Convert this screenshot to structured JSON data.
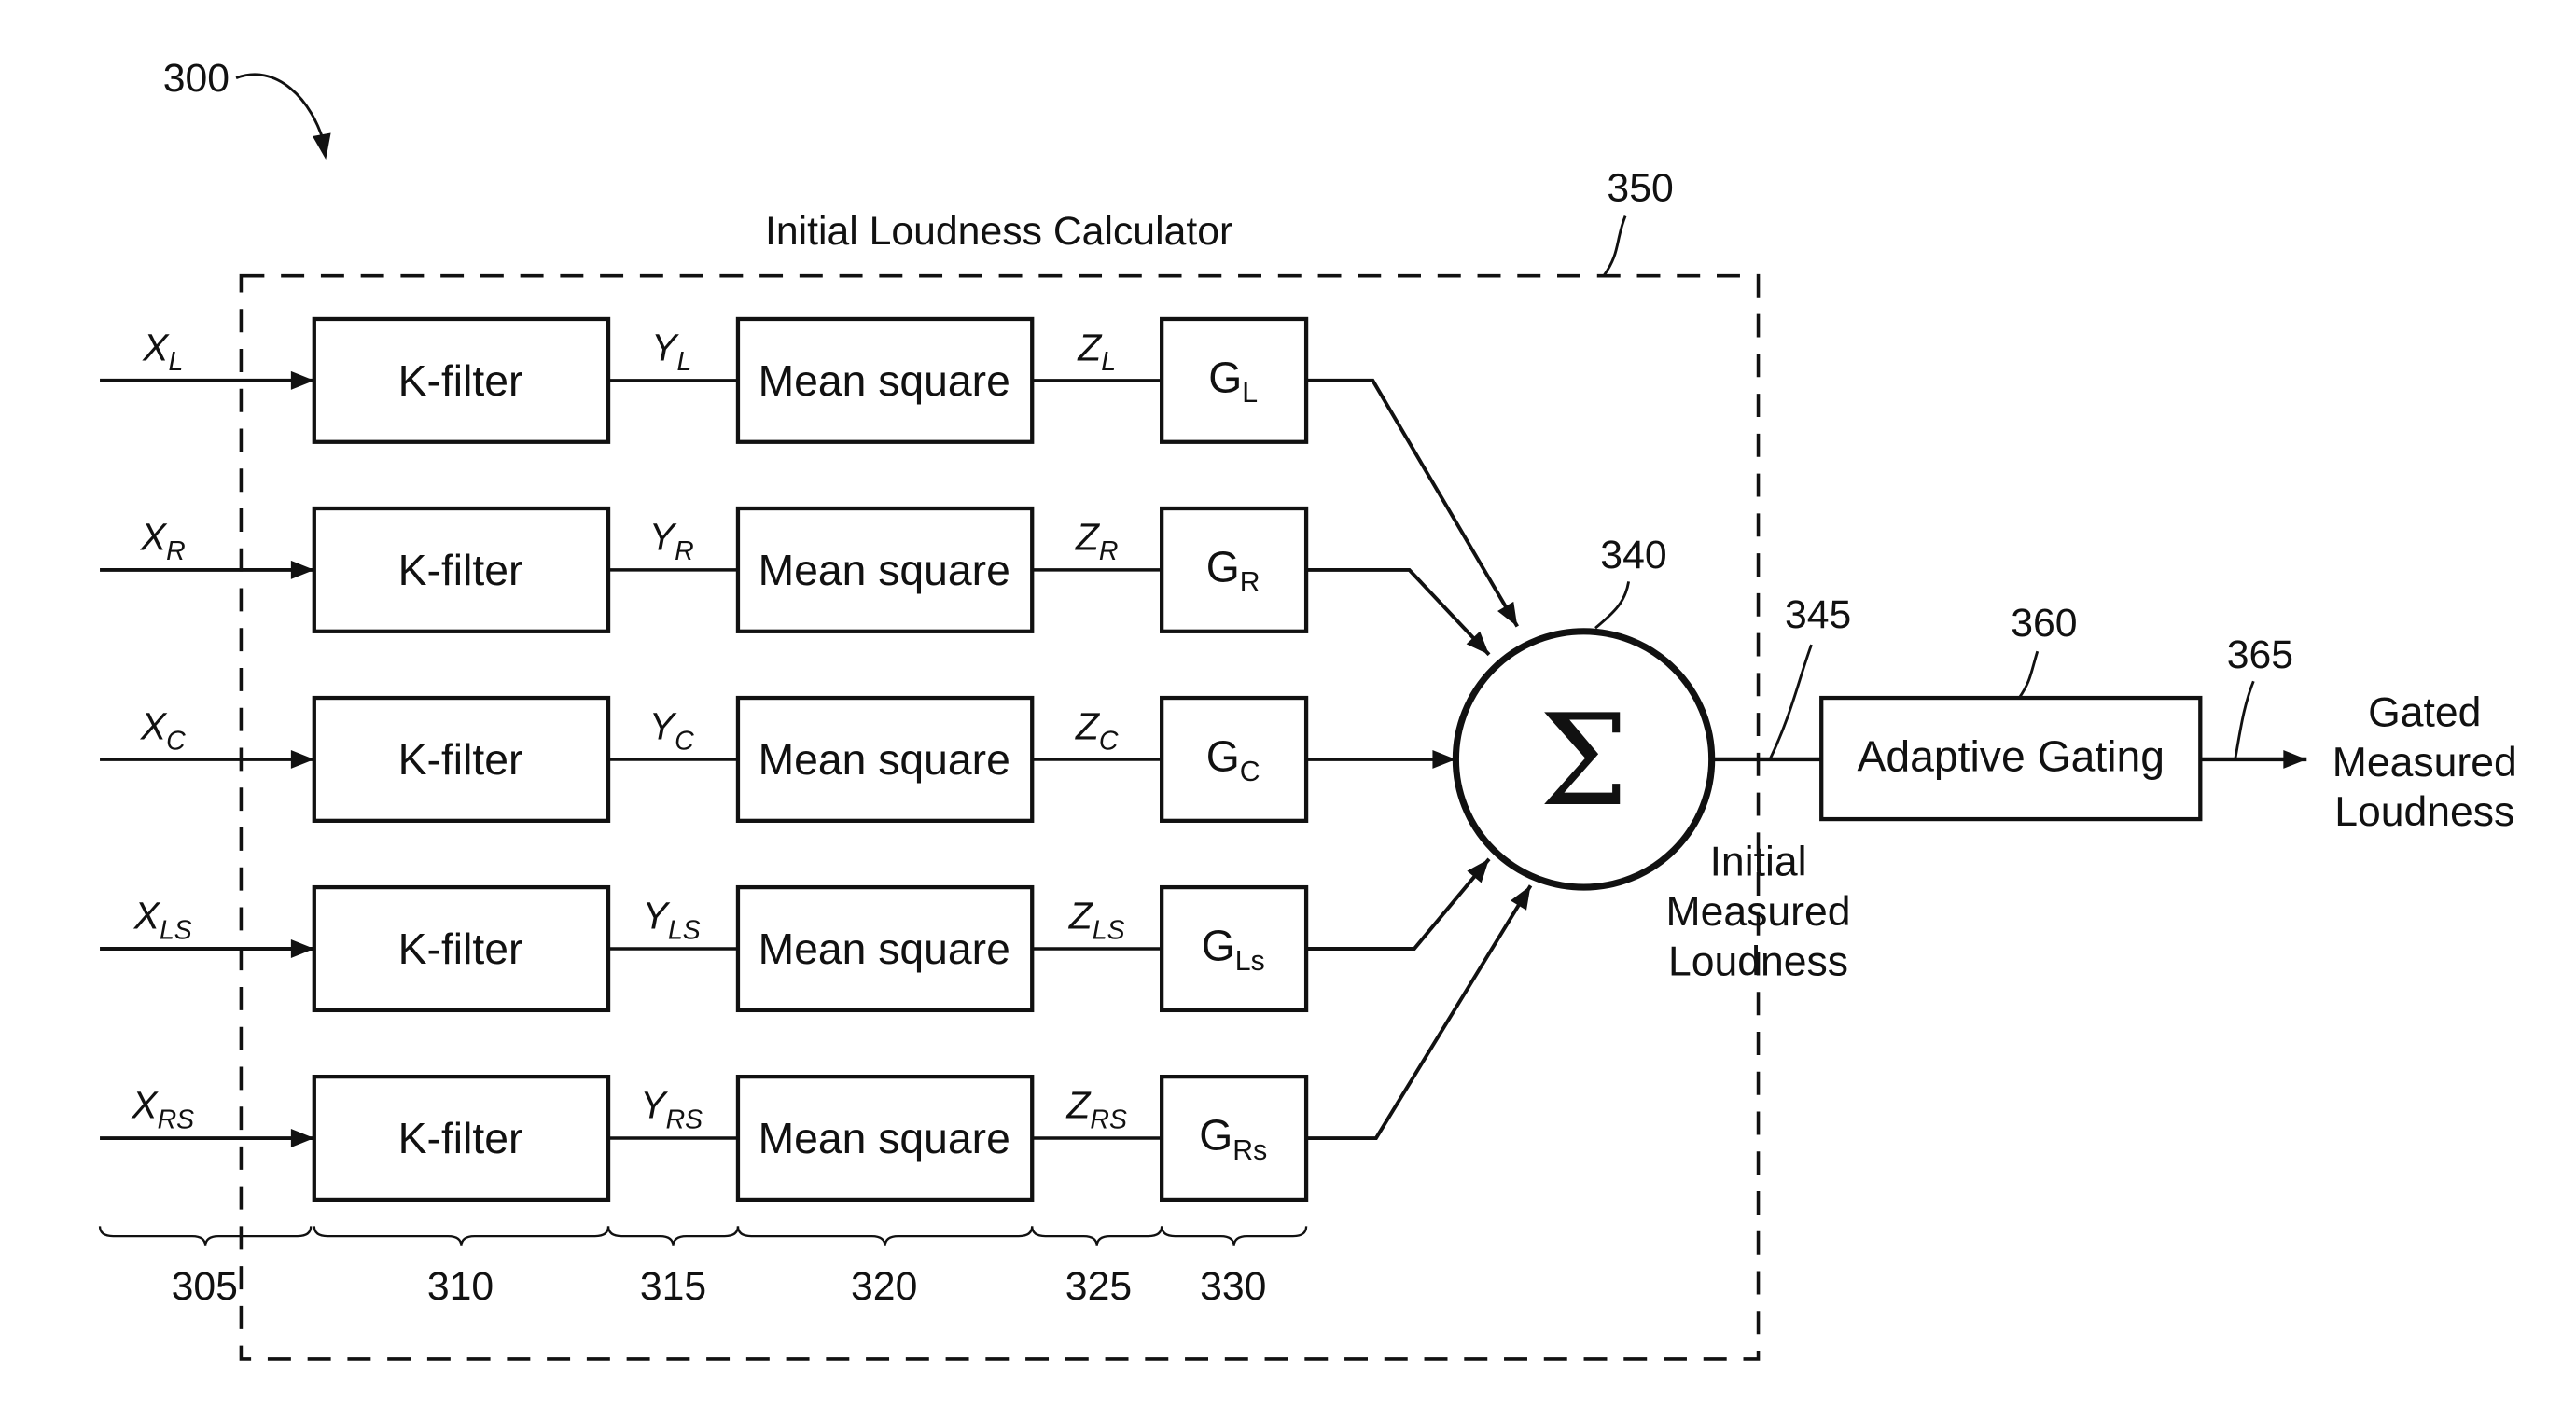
{
  "figure": {
    "ref": "300",
    "calculator_title": "Initial Loudness Calculator",
    "calculator_ref": "350",
    "sum_ref": "340",
    "sum_symbol": "Σ",
    "initial_output_ref": "345",
    "initial_output_label": [
      "Initial",
      "Measured",
      "Loudness"
    ],
    "gating_ref": "360",
    "gating_label": "Adaptive Gating",
    "gated_output_ref": "365",
    "gated_output_label": [
      "Gated",
      "Measured",
      "Loudness"
    ]
  },
  "channels": [
    {
      "x": "X",
      "x_sub": "L",
      "filter": "K-filter",
      "y": "Y",
      "y_sub": "L",
      "ms": "Mean square",
      "z": "Z",
      "z_sub": "L",
      "g": "G",
      "g_sub": "L"
    },
    {
      "x": "X",
      "x_sub": "R",
      "filter": "K-filter",
      "y": "Y",
      "y_sub": "R",
      "ms": "Mean square",
      "z": "Z",
      "z_sub": "R",
      "g": "G",
      "g_sub": "R"
    },
    {
      "x": "X",
      "x_sub": "C",
      "filter": "K-filter",
      "y": "Y",
      "y_sub": "C",
      "ms": "Mean square",
      "z": "Z",
      "z_sub": "C",
      "g": "G",
      "g_sub": "C"
    },
    {
      "x": "X",
      "x_sub": "LS",
      "filter": "K-filter",
      "y": "Y",
      "y_sub": "LS",
      "ms": "Mean square",
      "z": "Z",
      "z_sub": "LS",
      "g": "G",
      "g_sub": "Ls"
    },
    {
      "x": "X",
      "x_sub": "RS",
      "filter": "K-filter",
      "y": "Y",
      "y_sub": "RS",
      "ms": "Mean square",
      "z": "Z",
      "z_sub": "RS",
      "g": "G",
      "g_sub": "Rs"
    }
  ],
  "stage_refs": [
    "305",
    "310",
    "315",
    "320",
    "325",
    "330"
  ]
}
